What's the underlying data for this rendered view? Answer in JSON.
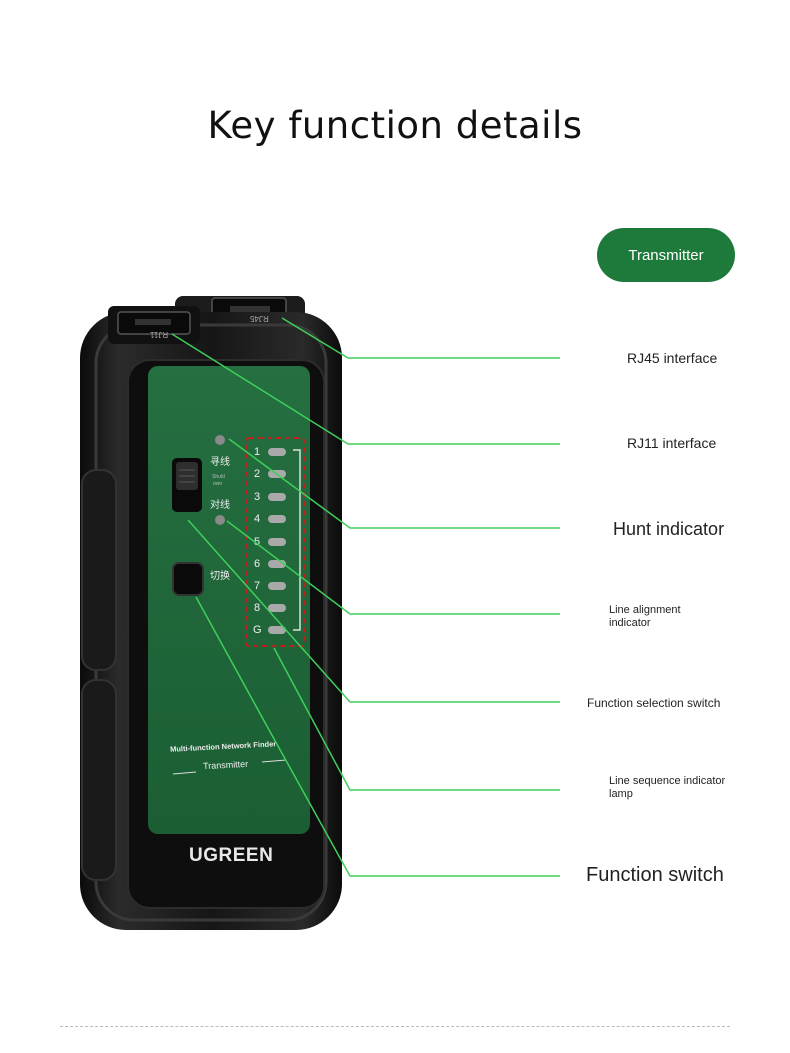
{
  "title": "Key function details",
  "badge": "Transmitter",
  "callouts": {
    "rj45": "RJ45 interface",
    "rj11": "RJ11 interface",
    "hunt": "Hunt indicator",
    "alignment_1": "Line alignment",
    "alignment_2": "indicator",
    "selection": "Function selection switch",
    "sequence_1": "Line sequence indicator",
    "sequence_2": "lamp",
    "function_switch": "Function switch"
  },
  "device": {
    "brand": "UGREEN",
    "product_name": "Multi-function Network Finder",
    "mode_label": "Transmitter",
    "port_rj11": "RJ11",
    "port_rj45": "RJ45",
    "switch_top_label": "寻线",
    "switch_bottom_label": "对线",
    "switch_small_1": "Shuld",
    "switch_small_2": "own",
    "toggle_label": "切换",
    "led_labels": [
      "1",
      "2",
      "3",
      "4",
      "5",
      "6",
      "7",
      "8",
      "G"
    ]
  },
  "colors": {
    "accent": "#1e7a3a",
    "callout_line": "#3ecf5a",
    "panel": "#1f6b3b",
    "body": "#141414",
    "dashed_box": "#c0201c"
  }
}
